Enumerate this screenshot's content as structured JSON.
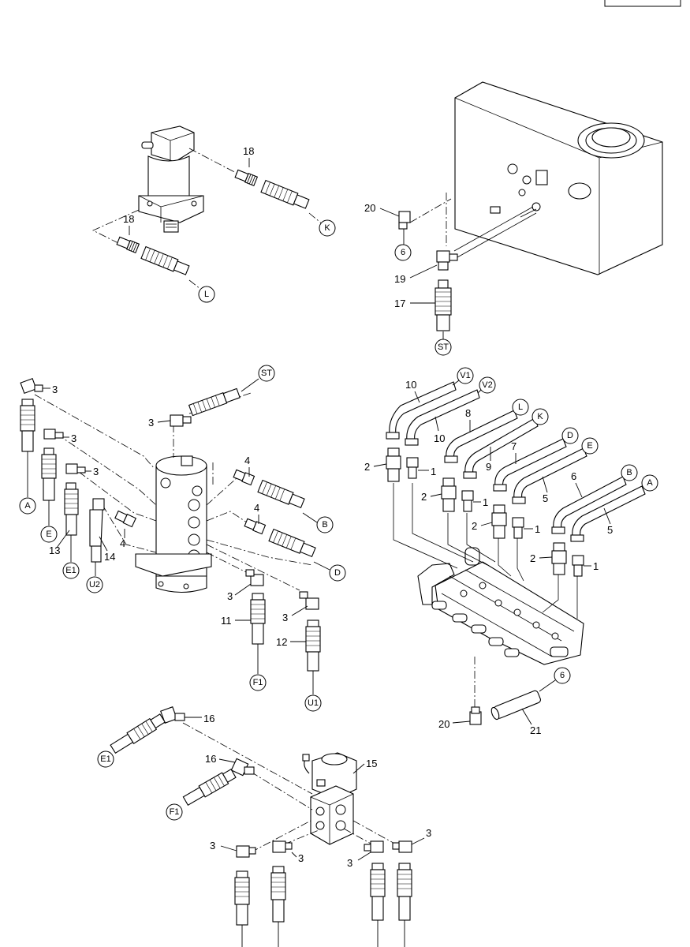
{
  "diagram": {
    "part_numbers": {
      "p1": "1",
      "p2": "2",
      "p3": "3",
      "p4": "4",
      "p5": "5",
      "p6": "6",
      "p7": "7",
      "p8": "8",
      "p9": "9",
      "p10": "10",
      "p11": "11",
      "p12": "12",
      "p13": "13",
      "p14": "14",
      "p15": "15",
      "p16": "16",
      "p17": "17",
      "p18": "18",
      "p19": "19",
      "p20": "20",
      "p21": "21"
    },
    "connection_refs": {
      "A": "A",
      "B": "B",
      "D": "D",
      "E": "E",
      "K": "K",
      "L": "L",
      "E1": "E1",
      "F1": "F1",
      "U1": "U1",
      "U2": "U2",
      "V1": "V1",
      "V2": "V2",
      "ST": "ST",
      "C6": "6"
    }
  }
}
